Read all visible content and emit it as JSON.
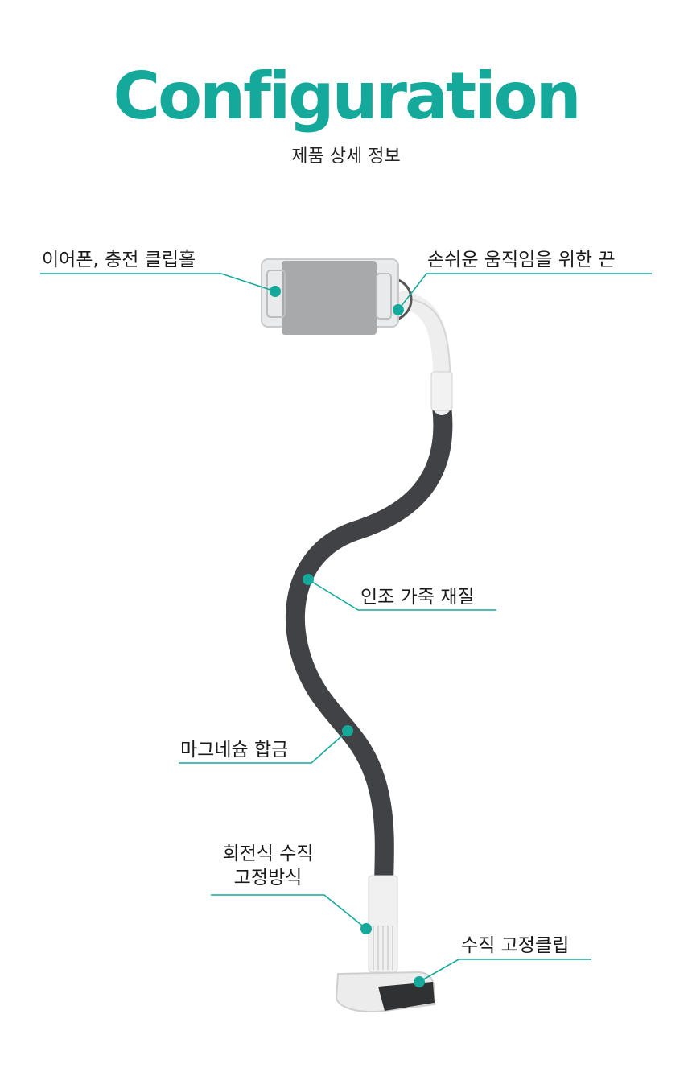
{
  "heading": {
    "title": "Configuration",
    "subtitle": "제품 상세 정보"
  },
  "callouts": {
    "earphone_clip": "이어폰, 충전 클립홀",
    "hand_strap": "손쉬운 움직임을 위한 끈",
    "leather": "인조 가죽 재질",
    "magnesium": "마그네슘 합금",
    "rotation_line1": "회전식 수직",
    "rotation_line2": "고정방식",
    "vertical_clip": "수직 고정클립"
  },
  "colors": {
    "accent": "#14a99b",
    "arm": "#404245",
    "holder": "#a7a9ab",
    "frame": "#e9eaeb"
  }
}
